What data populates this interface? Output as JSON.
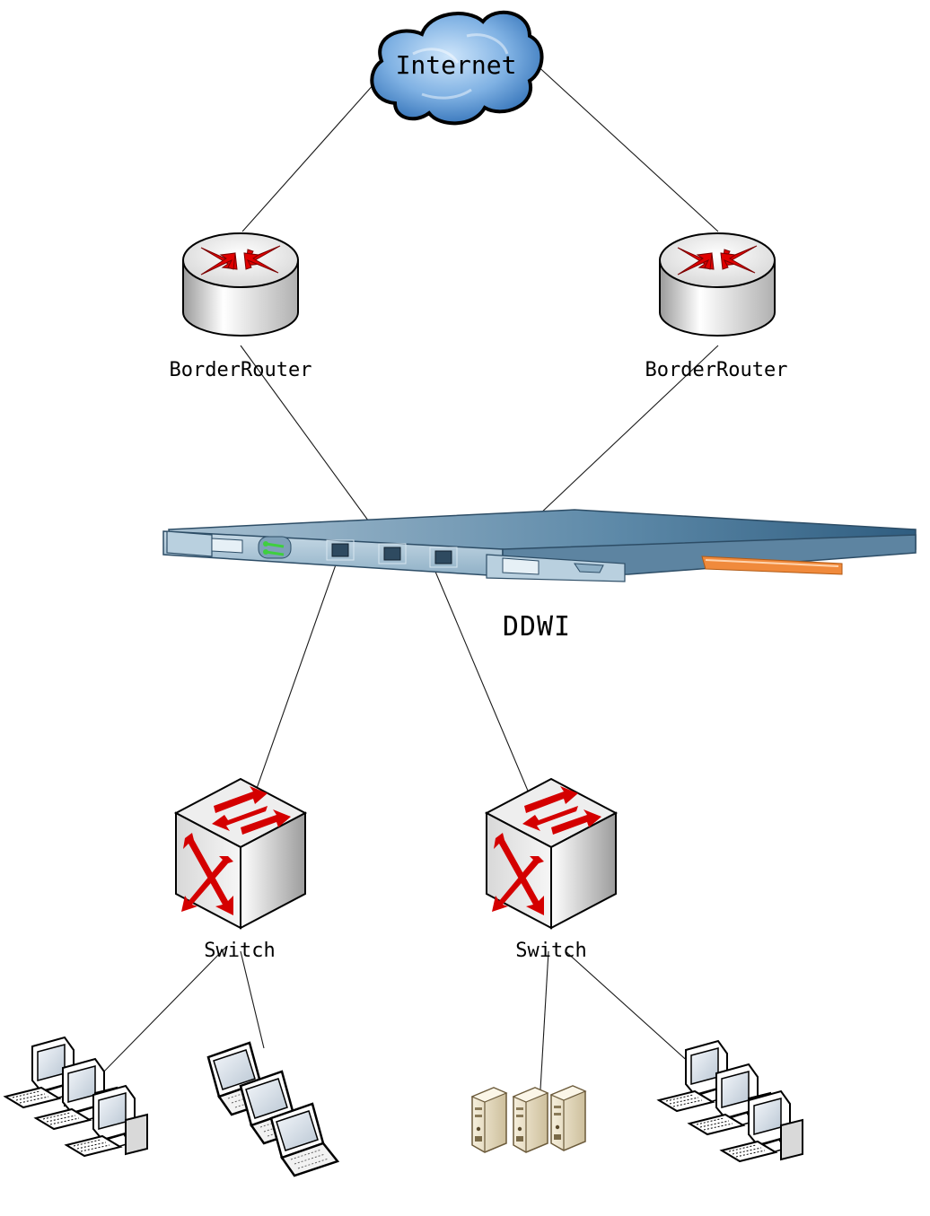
{
  "nodes": {
    "internet": {
      "label": "Internet"
    },
    "router_left": {
      "label": "BorderRouter"
    },
    "router_right": {
      "label": "BorderRouter"
    },
    "ddwi": {
      "label": "DDWI"
    },
    "switch_left": {
      "label": "Switch"
    },
    "switch_right": {
      "label": "Switch"
    }
  },
  "colors": {
    "cloud": "#5b9bd5",
    "arrow_red": "#e00000",
    "device_steel": "#6f93ad",
    "device_orange": "#f08a3c",
    "server_beige": "#e8dcc0"
  },
  "icons": [
    "cloud-icon",
    "router-icon",
    "rack-appliance-icon",
    "switch-icon",
    "desktop-computers-icon",
    "laptops-icon",
    "servers-icon"
  ]
}
